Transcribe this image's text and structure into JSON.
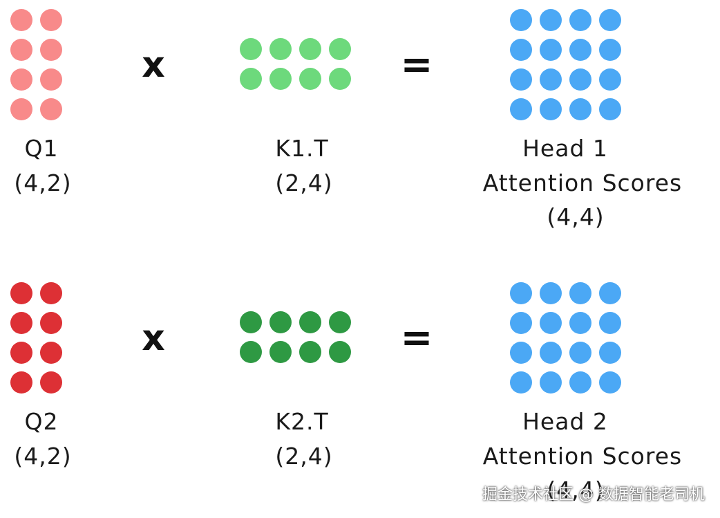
{
  "colors": {
    "q1": "#F88A8A",
    "k1": "#6DD97C",
    "head1": "#4BA8F5",
    "q2": "#DD3035",
    "k2": "#2E9943",
    "head2": "#4BA8F5"
  },
  "rows": [
    {
      "query": {
        "name": "Q1",
        "shape": "(4,2)",
        "rows": 4,
        "cols": 2,
        "color_key": "q1"
      },
      "operator": "x",
      "key": {
        "name": "K1.T",
        "shape": "(2,4)",
        "rows": 2,
        "cols": 4,
        "color_key": "k1"
      },
      "equals": "=",
      "result": {
        "title": "Head 1",
        "subtitle": "Attention Scores",
        "shape": "(4,4)",
        "rows": 4,
        "cols": 4,
        "color_key": "head1"
      }
    },
    {
      "query": {
        "name": "Q2",
        "shape": "(4,2)",
        "rows": 4,
        "cols": 2,
        "color_key": "q2"
      },
      "operator": "x",
      "key": {
        "name": "K2.T",
        "shape": "(2,4)",
        "rows": 2,
        "cols": 4,
        "color_key": "k2"
      },
      "equals": "=",
      "result": {
        "title": "Head 2",
        "subtitle": "Attention Scores",
        "shape": "(4,4)",
        "rows": 4,
        "cols": 4,
        "color_key": "head2"
      }
    }
  ],
  "watermark": "掘金技术社区 @ 数据智能老司机"
}
